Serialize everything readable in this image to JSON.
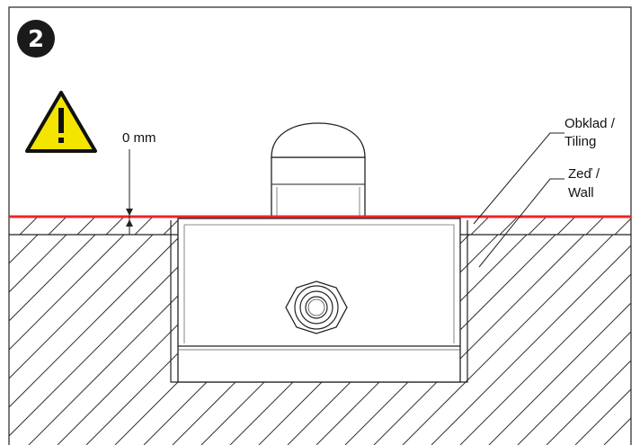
{
  "step": {
    "number": "2"
  },
  "measurement": {
    "label": "0 mm"
  },
  "callouts": {
    "tiling": {
      "line1": "Obklad /",
      "line2": "Tiling"
    },
    "wall": {
      "line1": "Zeď /",
      "line2": "Wall"
    }
  },
  "colors": {
    "tiling_line": "#e8262a",
    "warning_fill": "#f3e500",
    "badge": "#1a1a1a"
  },
  "icons": [
    "warning-icon",
    "step-number-badge",
    "cable-gland-icon"
  ]
}
